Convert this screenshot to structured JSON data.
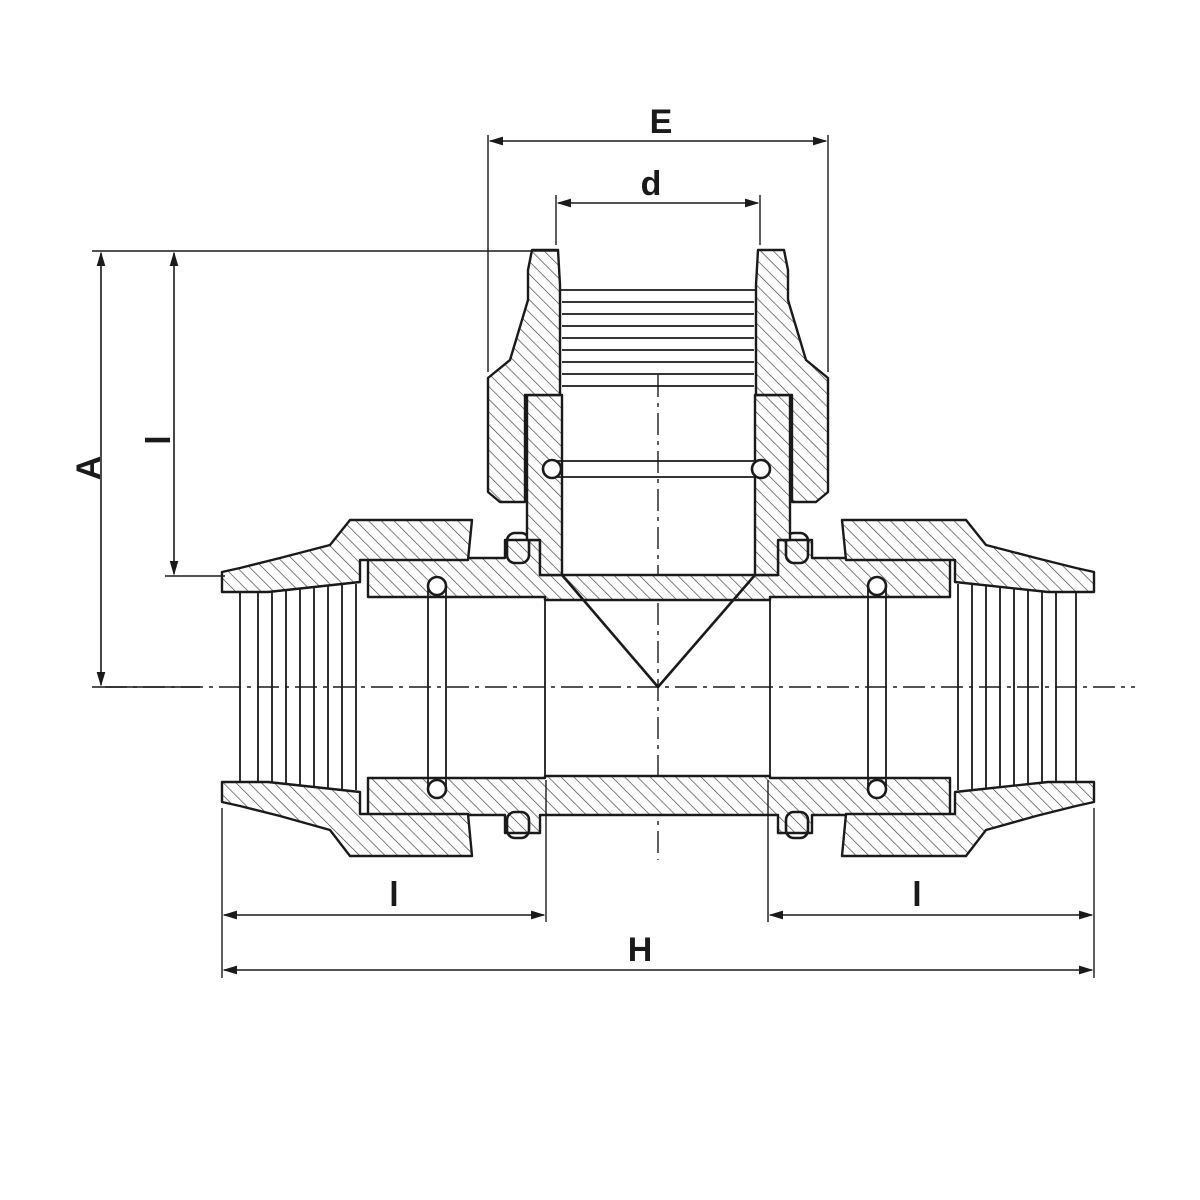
{
  "dimensions": {
    "E": "E",
    "d": "d",
    "A": "A",
    "l_vertical": "l",
    "l_left": "l",
    "l_right": "l",
    "H": "H"
  }
}
